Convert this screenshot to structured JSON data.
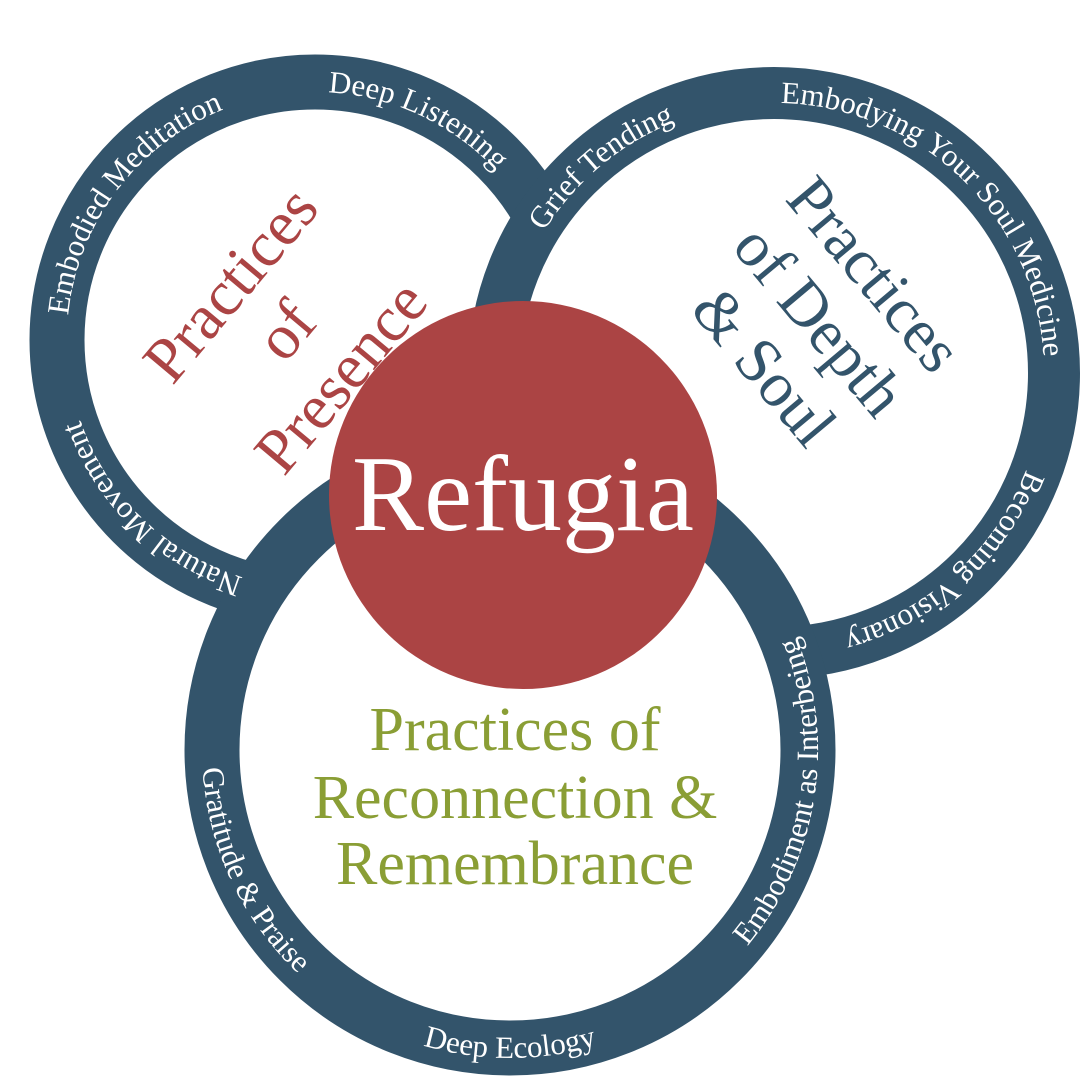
{
  "colors": {
    "ring": "#33546b",
    "center": "#ab4444",
    "presence": "#ab4444",
    "depth": "#33546b",
    "reconnection": "#8a9e35",
    "background": "#ffffff"
  },
  "center": {
    "label": "Refugia"
  },
  "presence": {
    "lines": [
      "Practices",
      "of",
      "Presence"
    ],
    "ring_labels": [
      "Deep Listening",
      "Embodied Meditation",
      "Natural Movement"
    ]
  },
  "depth": {
    "lines": [
      "Practices",
      "of Depth",
      "& Soul"
    ],
    "ring_labels": [
      "Grief Tending",
      "Embodying Your Soul Medicine",
      "Becoming Visionary"
    ]
  },
  "reconnection": {
    "lines": [
      "Practices of",
      "Reconnection &",
      "Remembrance"
    ],
    "ring_labels": [
      "Gratitude & Praise",
      "Deep Ecology",
      "Embodiment as Interbeing"
    ]
  }
}
